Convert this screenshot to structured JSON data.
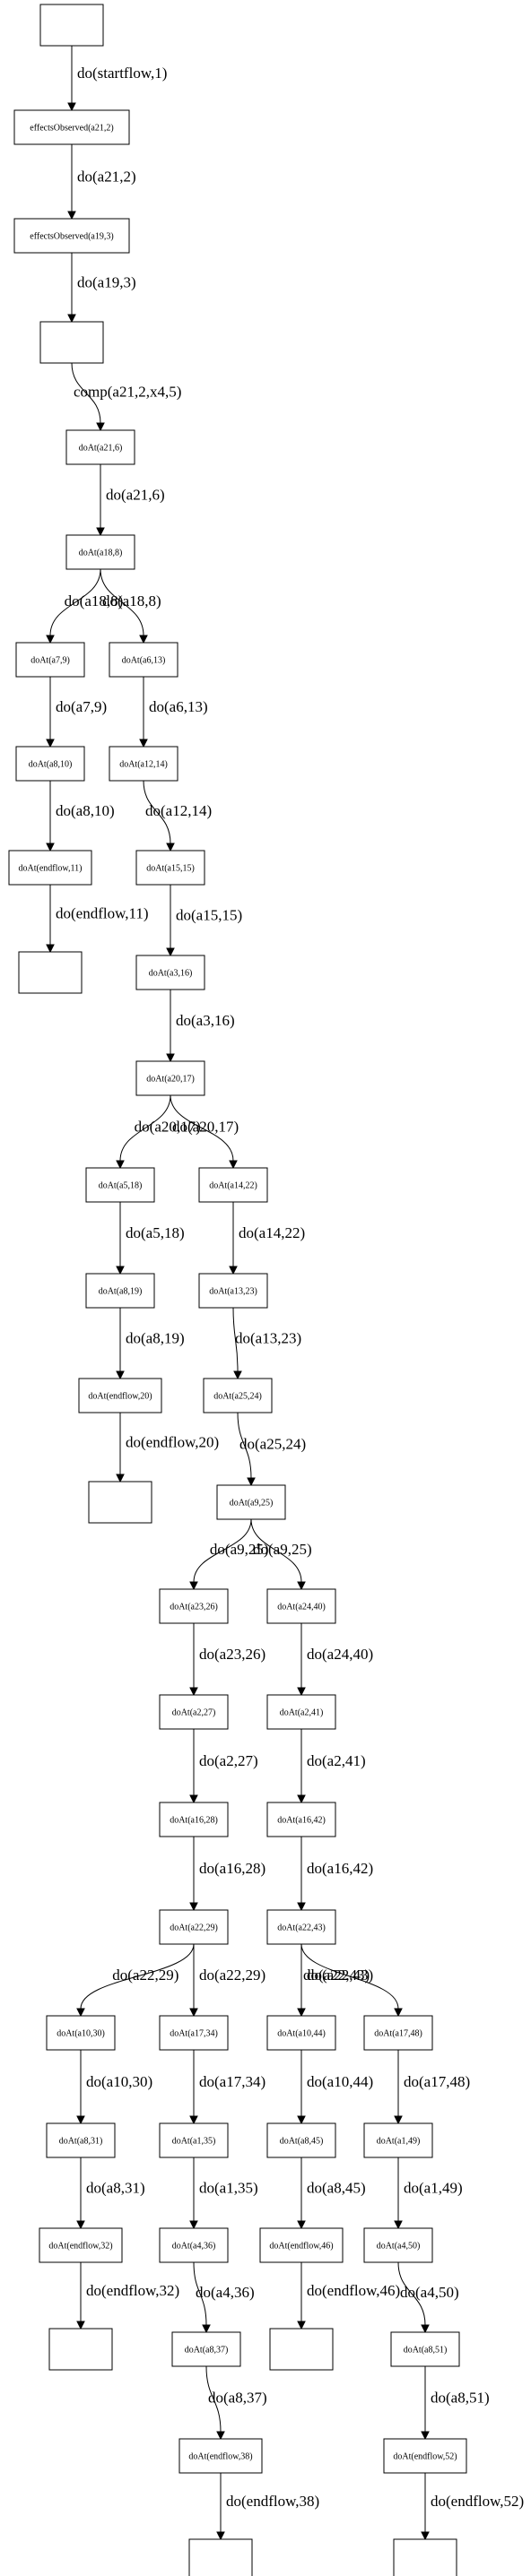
{
  "nodes": [
    {
      "id": "n0",
      "label": ""
    },
    {
      "id": "n1",
      "label": "effectsObserved(a21,2)"
    },
    {
      "id": "n2",
      "label": "effectsObserved(a19,3)"
    },
    {
      "id": "n3",
      "label": ""
    },
    {
      "id": "n4",
      "label": "doAt(a21,6)"
    },
    {
      "id": "n5",
      "label": "doAt(a18,8)"
    },
    {
      "id": "n6",
      "label": "doAt(a7,9)"
    },
    {
      "id": "n7",
      "label": "doAt(a8,10)"
    },
    {
      "id": "n8",
      "label": "doAt(endflow,11)"
    },
    {
      "id": "n9",
      "label": ""
    },
    {
      "id": "n10",
      "label": "doAt(a6,13)"
    },
    {
      "id": "n11",
      "label": "doAt(a12,14)"
    },
    {
      "id": "n12",
      "label": "doAt(a15,15)"
    },
    {
      "id": "n13",
      "label": "doAt(a3,16)"
    },
    {
      "id": "n14",
      "label": "doAt(a20,17)"
    },
    {
      "id": "n15",
      "label": "doAt(a5,18)"
    },
    {
      "id": "n16",
      "label": "doAt(a8,19)"
    },
    {
      "id": "n17",
      "label": "doAt(endflow,20)"
    },
    {
      "id": "n18",
      "label": ""
    },
    {
      "id": "n19",
      "label": "doAt(a14,22)"
    },
    {
      "id": "n20",
      "label": "doAt(a13,23)"
    },
    {
      "id": "n21",
      "label": "doAt(a25,24)"
    },
    {
      "id": "n22",
      "label": "doAt(a9,25)"
    },
    {
      "id": "n23",
      "label": "doAt(a23,26)"
    },
    {
      "id": "n24",
      "label": "doAt(a2,27)"
    },
    {
      "id": "n25",
      "label": "doAt(a16,28)"
    },
    {
      "id": "n26",
      "label": "doAt(a22,29)"
    },
    {
      "id": "n27",
      "label": "doAt(a10,30)"
    },
    {
      "id": "n28",
      "label": "doAt(a8,31)"
    },
    {
      "id": "n29",
      "label": "doAt(endflow,32)"
    },
    {
      "id": "n30",
      "label": ""
    },
    {
      "id": "n31",
      "label": "doAt(a17,34)"
    },
    {
      "id": "n32",
      "label": "doAt(a1,35)"
    },
    {
      "id": "n33",
      "label": "doAt(a4,36)"
    },
    {
      "id": "n34",
      "label": "doAt(a8,37)"
    },
    {
      "id": "n35",
      "label": "doAt(endflow,38)"
    },
    {
      "id": "n36",
      "label": ""
    },
    {
      "id": "n37",
      "label": "doAt(a24,40)"
    },
    {
      "id": "n38",
      "label": "doAt(a2,41)"
    },
    {
      "id": "n39",
      "label": "doAt(a16,42)"
    },
    {
      "id": "n40",
      "label": "doAt(a22,43)"
    },
    {
      "id": "n41",
      "label": "doAt(a10,44)"
    },
    {
      "id": "n42",
      "label": "doAt(a8,45)"
    },
    {
      "id": "n43",
      "label": "doAt(endflow,46)"
    },
    {
      "id": "n44",
      "label": ""
    },
    {
      "id": "n45",
      "label": "doAt(a17,48)"
    },
    {
      "id": "n46",
      "label": "doAt(a1,49)"
    },
    {
      "id": "n47",
      "label": "doAt(a4,50)"
    },
    {
      "id": "n48",
      "label": "doAt(a8,51)"
    },
    {
      "id": "n49",
      "label": "doAt(endflow,52)"
    },
    {
      "id": "n50",
      "label": ""
    }
  ],
  "edges": [
    {
      "from": "n0",
      "to": "n1",
      "label": "do(startflow,1)"
    },
    {
      "from": "n1",
      "to": "n2",
      "label": "do(a21,2)"
    },
    {
      "from": "n2",
      "to": "n3",
      "label": "do(a19,3)"
    },
    {
      "from": "n3",
      "to": "n4",
      "label": "comp(a21,2,x4,5)"
    },
    {
      "from": "n4",
      "to": "n5",
      "label": "do(a21,6)"
    },
    {
      "from": "n5",
      "to": "n6",
      "label": "do(a18,8)"
    },
    {
      "from": "n5",
      "to": "n10",
      "label": "do(a18,8)"
    },
    {
      "from": "n6",
      "to": "n7",
      "label": "do(a7,9)"
    },
    {
      "from": "n7",
      "to": "n8",
      "label": "do(a8,10)"
    },
    {
      "from": "n8",
      "to": "n9",
      "label": "do(endflow,11)"
    },
    {
      "from": "n10",
      "to": "n11",
      "label": "do(a6,13)"
    },
    {
      "from": "n11",
      "to": "n12",
      "label": "do(a12,14)"
    },
    {
      "from": "n12",
      "to": "n13",
      "label": "do(a15,15)"
    },
    {
      "from": "n13",
      "to": "n14",
      "label": "do(a3,16)"
    },
    {
      "from": "n14",
      "to": "n15",
      "label": "do(a20,17)"
    },
    {
      "from": "n14",
      "to": "n19",
      "label": "do(a20,17)"
    },
    {
      "from": "n15",
      "to": "n16",
      "label": "do(a5,18)"
    },
    {
      "from": "n16",
      "to": "n17",
      "label": "do(a8,19)"
    },
    {
      "from": "n17",
      "to": "n18",
      "label": "do(endflow,20)"
    },
    {
      "from": "n19",
      "to": "n20",
      "label": "do(a14,22)"
    },
    {
      "from": "n20",
      "to": "n21",
      "label": "do(a13,23)"
    },
    {
      "from": "n21",
      "to": "n22",
      "label": "do(a25,24)"
    },
    {
      "from": "n22",
      "to": "n23",
      "label": "do(a9,25)"
    },
    {
      "from": "n22",
      "to": "n37",
      "label": "do(a9,25)"
    },
    {
      "from": "n23",
      "to": "n24",
      "label": "do(a23,26)"
    },
    {
      "from": "n24",
      "to": "n25",
      "label": "do(a2,27)"
    },
    {
      "from": "n25",
      "to": "n26",
      "label": "do(a16,28)"
    },
    {
      "from": "n26",
      "to": "n27",
      "label": "do(a22,29)"
    },
    {
      "from": "n26",
      "to": "n31",
      "label": "do(a22,29)"
    },
    {
      "from": "n27",
      "to": "n28",
      "label": "do(a10,30)"
    },
    {
      "from": "n28",
      "to": "n29",
      "label": "do(a8,31)"
    },
    {
      "from": "n29",
      "to": "n30",
      "label": "do(endflow,32)"
    },
    {
      "from": "n31",
      "to": "n32",
      "label": "do(a17,34)"
    },
    {
      "from": "n32",
      "to": "n33",
      "label": "do(a1,35)"
    },
    {
      "from": "n33",
      "to": "n34",
      "label": "do(a4,36)"
    },
    {
      "from": "n34",
      "to": "n35",
      "label": "do(a8,37)"
    },
    {
      "from": "n35",
      "to": "n36",
      "label": "do(endflow,38)"
    },
    {
      "from": "n37",
      "to": "n38",
      "label": "do(a24,40)"
    },
    {
      "from": "n38",
      "to": "n39",
      "label": "do(a2,41)"
    },
    {
      "from": "n39",
      "to": "n40",
      "label": "do(a16,42)"
    },
    {
      "from": "n40",
      "to": "n41",
      "label": "do(a22,43)"
    },
    {
      "from": "n40",
      "to": "n45",
      "label": "do(a22,43)"
    },
    {
      "from": "n41",
      "to": "n42",
      "label": "do(a10,44)"
    },
    {
      "from": "n42",
      "to": "n43",
      "label": "do(a8,45)"
    },
    {
      "from": "n43",
      "to": "n44",
      "label": "do(endflow,46)"
    },
    {
      "from": "n45",
      "to": "n46",
      "label": "do(a17,48)"
    },
    {
      "from": "n46",
      "to": "n47",
      "label": "do(a1,49)"
    },
    {
      "from": "n47",
      "to": "n48",
      "label": "do(a4,50)"
    },
    {
      "from": "n48",
      "to": "n49",
      "label": "do(a8,51)"
    },
    {
      "from": "n49",
      "to": "n50",
      "label": "do(endflow,52)"
    }
  ]
}
